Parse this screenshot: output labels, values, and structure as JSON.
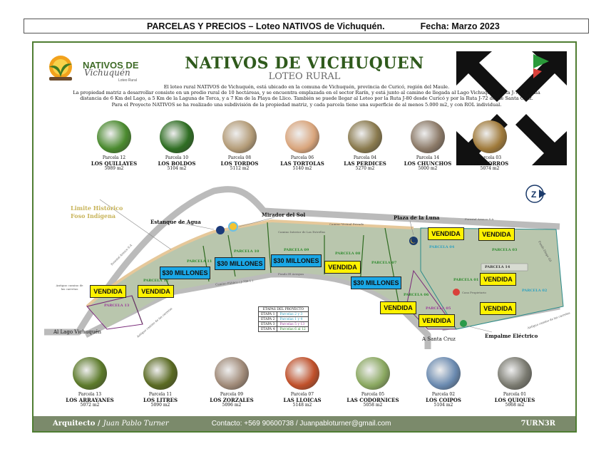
{
  "header": {
    "title": "PARCELAS Y PRECIOS  – Loteo NATIVOS de Vichuquén.",
    "date": "Fecha: Marzo 2023"
  },
  "logo": {
    "line1": "NATIVOS DE",
    "line2": "Vichuquén",
    "line3": "Loteo Rural"
  },
  "title": "NATIVOS DE VICHUQUEN",
  "subtitle": "LOTEO RURAL",
  "intro": [
    "El loteo rural NATIVOS de Vichuquén, está ubicado en la comuna de Vichuquén, provincia de Curicó, región del Maule.",
    "La propiedad matriz a desarrollar consiste en un predio rural de 10 hectáreas, y se encuentra emplazada en el sector Rarín, y está junto al camino de llegada al Lago Vichuquén, Ruta J-786, a una",
    "distancia de 6 Km del Lago, a 5 Km de la Laguna de Torca, y a 7 Km de la Playa de Llico. También se puede llegar al Loteo por la Ruta J-80 desde Curicó y por la Ruta J-72 desde Santa Cruz.",
    "Para el Proyecto NATIVOS se ha realizado una subdivisión de la propiedad matriz, y cada parcela tiene una superficie de al menos 5.000 m2, y con ROL individual."
  ],
  "animals_top": [
    {
      "parcel": "Parcela 12",
      "name": "LOS QUILLAYES",
      "area": "5089 m2",
      "color": "#4a8a2e"
    },
    {
      "parcel": "Parcela 10",
      "name": "LOS BOLDOS",
      "area": "5104 m2",
      "color": "#2f6e23"
    },
    {
      "parcel": "Parcela 08",
      "name": "LOS TORDOS",
      "area": "5112 m2",
      "color": "#b49c78"
    },
    {
      "parcel": "Parcela 06",
      "name": "LAS TORTOLAS",
      "area": "5140 m2",
      "color": "#d9a57c"
    },
    {
      "parcel": "Parcela 04",
      "name": "LAS PERDICES",
      "area": "5270 m2",
      "color": "#8a7a4e"
    },
    {
      "parcel": "Parcela 14",
      "name": "LOS CHUNCHOS",
      "area": "5000 m2",
      "color": "#8c7a68"
    },
    {
      "parcel": "Parcela 03",
      "name": "LOS ZORROS",
      "area": "5074 m2",
      "color": "#a07a3a"
    }
  ],
  "animals_bottom": [
    {
      "parcel": "Parcela 13",
      "name": "LOS ARRAYANES",
      "area": "5072 m2",
      "color": "#5c7a2a"
    },
    {
      "parcel": "Parcela 11",
      "name": "LOS LITRES",
      "area": "5090 m2",
      "color": "#5a6a22"
    },
    {
      "parcel": "Parcela 09",
      "name": "LOS ZORZALES",
      "area": "5096 m2",
      "color": "#a08a78"
    },
    {
      "parcel": "Parcela 07",
      "name": "LAS LLOICAS",
      "area": "5148 m2",
      "color": "#c0502a"
    },
    {
      "parcel": "Parcela 05",
      "name": "LAS CODORNICES",
      "area": "5058 m2",
      "color": "#8aa860"
    },
    {
      "parcel": "Parcela 02",
      "name": "LOS COIPOS",
      "area": "5104 m2",
      "color": "#6a8ab0"
    },
    {
      "parcel": "Parcela 01",
      "name": "LOS QUIQUES",
      "area": "5068 m2",
      "color": "#7a7a70"
    }
  ],
  "map": {
    "limite": [
      "Limite Histórico",
      "Foso Indígena"
    ],
    "estanque": "Estanque de Agua",
    "mirador": "Mirador del Sol",
    "plaza": "Plaza de la Luna",
    "lago": "Al Lago Vichuquén",
    "santa_cruz": "A Santa Cruz",
    "empalme": "Empalme Eléctrico",
    "roads": {
      "interior": "Camino Interior de Las Estrellas",
      "publico": "Camino Público ( J-786-1 )",
      "forestal": "Forestal Arauco S.A",
      "vecinal": "Camino Vecinal Privado",
      "diego": "Fundo Diego Gil",
      "arrayan": "Fundo El Arrayan",
      "carretas": "Antiguo camino de las carretas",
      "casa": "Casa Propietario"
    },
    "parcels": {
      "p13": "PARCELA 13",
      "p12": "PARCELA 12",
      "p11": "PARCELA 11",
      "p10": "PARCELA 10",
      "p09": "PARCELA 09",
      "p08": "PARCELA 08",
      "p07": "PARCELA 07",
      "p06": "PARCELA 06",
      "p05": "PARCELA 05",
      "p04": "PARCELA 04",
      "p03": "PARCELA 03",
      "p14": "PARCELA 14",
      "p01": "PARCELA 01",
      "p02": "PARCELA 02"
    },
    "sold": "VENDIDA",
    "price": "$30 MILLONES",
    "stages": {
      "title": "ETAPAS DEL PROYECTO",
      "rows": [
        [
          "ETAPA 1",
          "Parcelas 2 y 3"
        ],
        [
          "ETAPA 2",
          "Parcelas 1 y 4"
        ],
        [
          "ETAPA 3",
          "Parcelas 5 y 13"
        ],
        [
          "ETAPA 4",
          "Parcelas 6 al 12"
        ]
      ]
    }
  },
  "footer": {
    "architect_label": "Arquitecto /",
    "architect": "Juan Pablo Turner",
    "contact": "Contacto:  +569  90600738  /  Juanpabloturner@gmail.com",
    "brand": "7URN3R"
  }
}
